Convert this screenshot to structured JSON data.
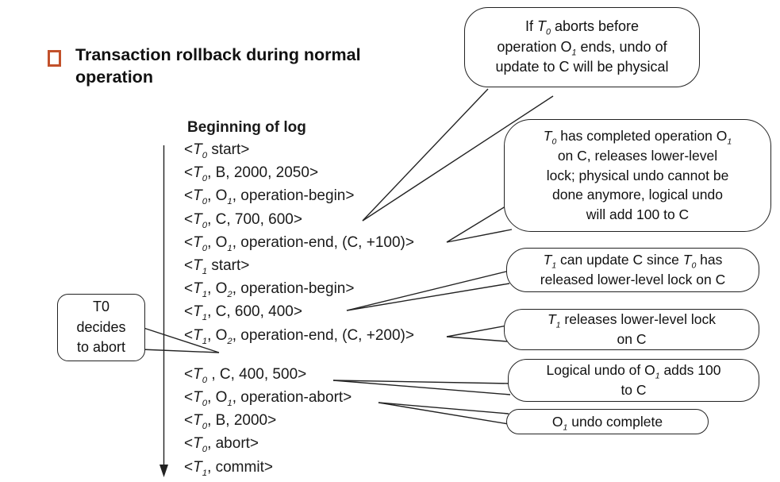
{
  "page": {
    "background_color": "#ffffff",
    "text_color": "#1a1a1a",
    "bullet_color": "#c2512b"
  },
  "title": {
    "text": "Transaction rollback during normal operation"
  },
  "log": {
    "heading": "Beginning of log",
    "entries": [
      "<~T~{0} start>",
      "<~T~{0}, B, 2000, 2050>",
      "<~T~{0}, O{1}, operation-begin>",
      "<~T~{0}, C, 700, 600>",
      "<~T~{0}, O{1}, operation-end, (C, +100)>",
      "<~T~{1} start>",
      "<~T~{1}, O{2}, operation-begin>",
      "<~T~{1}, C, 600, 400>",
      "<~T~{1}, O{2}, operation-end, (C, +200)>",
      "<~T~{0} , C, 400, 500>",
      "<~T~{0}, O{1}, operation-abort>",
      "<~T~{0}, B, 2000>",
      "<~T~{0}, abort>",
      "<~T~{1}, commit>"
    ]
  },
  "callouts": [
    {
      "id": "abort-before-end",
      "lines": [
        "If ~T~{0} aborts before",
        "operation O{1} ends, undo of",
        "update to C will be physical"
      ]
    },
    {
      "id": "completed-operation",
      "lines": [
        "~T~{0} has completed operation O{1}",
        "on C, releases lower-level",
        "lock; physical undo cannot be",
        "done anymore, logical undo",
        "will add 100 to C"
      ]
    },
    {
      "id": "can-update-c",
      "lines": [
        "~T~{1} can update C since ~T~{0} has",
        "released lower-level lock on C"
      ]
    },
    {
      "id": "releases-lock",
      "lines": [
        "~T~{1} releases lower-level lock",
        "on C"
      ]
    },
    {
      "id": "logical-undo-adds",
      "lines": [
        "Logical undo of O{1} adds 100",
        "to C"
      ]
    },
    {
      "id": "undo-complete",
      "lines": [
        "O{1} undo complete"
      ]
    },
    {
      "id": "decides-to-abort",
      "lines": [
        "T0",
        "decides",
        "to abort"
      ]
    }
  ]
}
